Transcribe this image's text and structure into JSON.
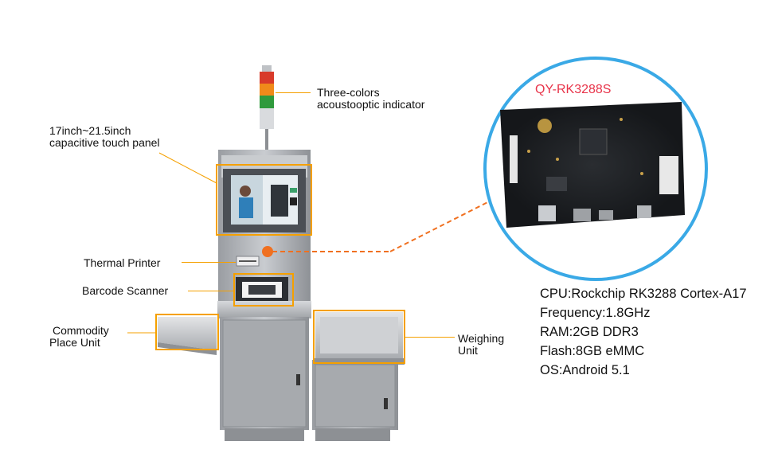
{
  "labels": {
    "indicator": [
      "Three-colors",
      "acoustooptic indicator"
    ],
    "touch_panel": [
      "17inch~21.5inch",
      "capacitive touch panel"
    ],
    "printer": "Thermal Printer",
    "scanner": "Barcode Scanner",
    "commodity": [
      "Commodity",
      "Place Unit"
    ],
    "weighing": [
      "Weighing",
      "Unit"
    ]
  },
  "board": {
    "model": "QY-RK3288S"
  },
  "specs": [
    "CPU:Rockchip RK3288 Cortex-A17",
    "Frequency:1.8GHz",
    "RAM:2GB DDR3",
    "Flash:8GB eMMC",
    "OS:Android 5.1"
  ],
  "colors": {
    "accent": "#f5a000",
    "dot": "#f07020",
    "circle": "#3aa9e6",
    "model_text": "#e8344a"
  }
}
